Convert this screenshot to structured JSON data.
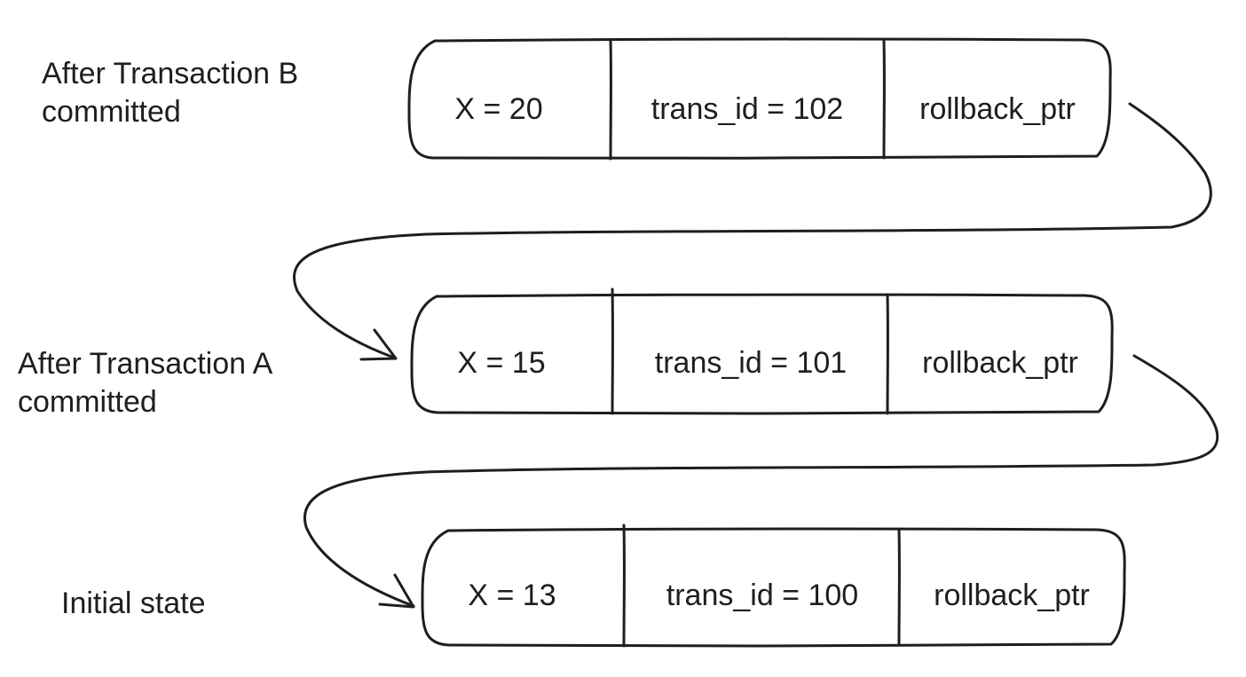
{
  "states": [
    {
      "label_lines": [
        "After Transaction B",
        "committed"
      ],
      "value": "X = 20",
      "trans_id": "trans_id = 102",
      "pointer": "rollback_ptr"
    },
    {
      "label_lines": [
        "After Transaction A",
        "committed"
      ],
      "value": "X = 15",
      "trans_id": "trans_id = 101",
      "pointer": "rollback_ptr"
    },
    {
      "label_lines": [
        "Initial state"
      ],
      "value": "X = 13",
      "trans_id": "trans_id = 100",
      "pointer": "rollback_ptr"
    }
  ],
  "colors": {
    "stroke": "#1e1e1e",
    "background": "#ffffff"
  }
}
